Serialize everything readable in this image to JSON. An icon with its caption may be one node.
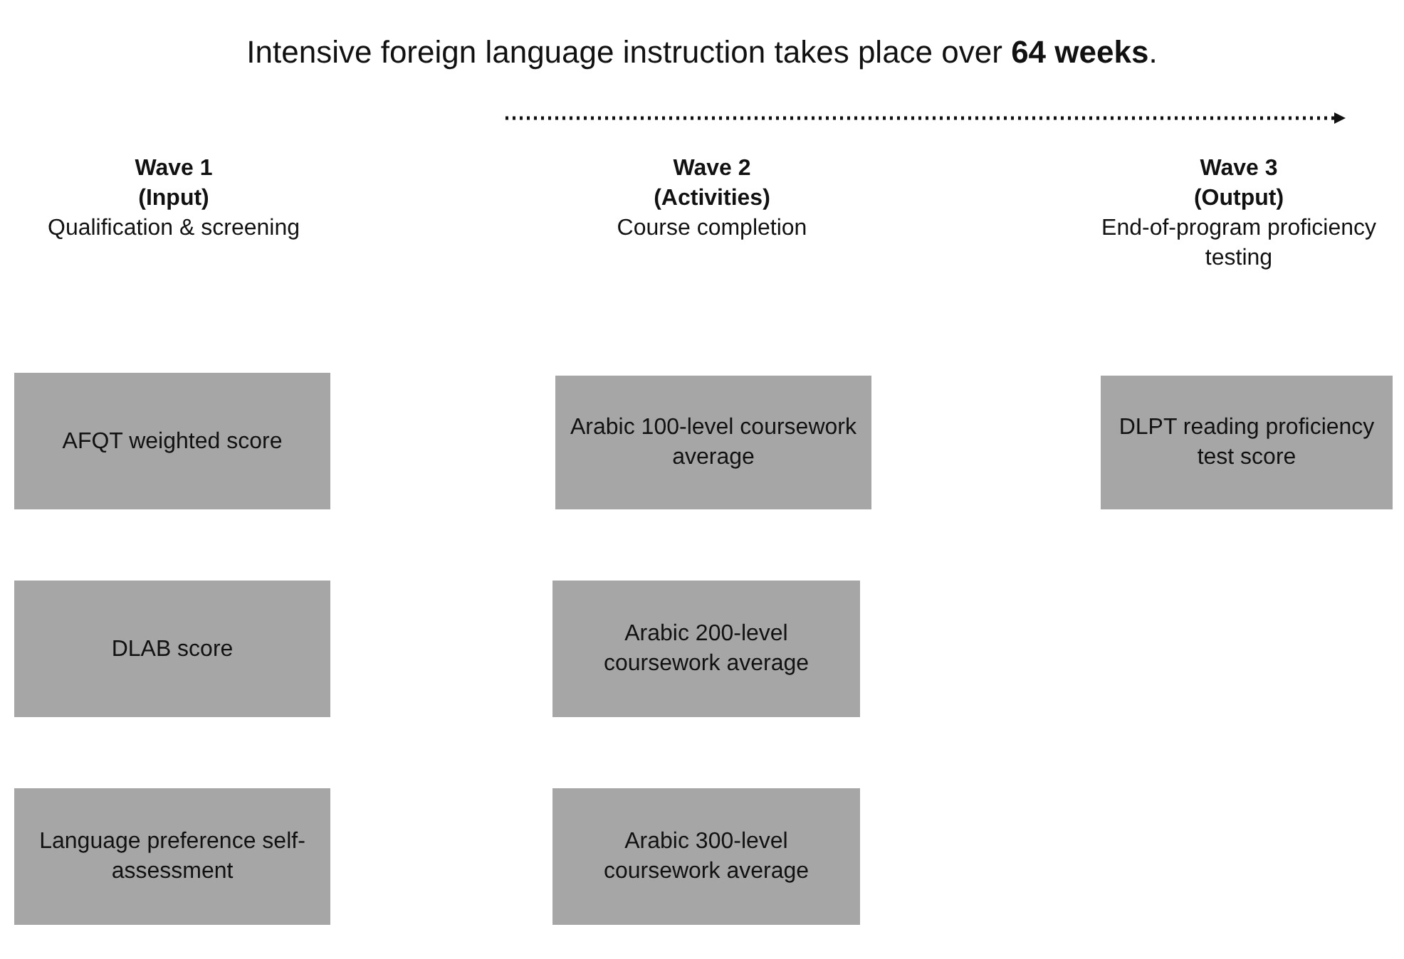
{
  "diagram": {
    "title": "Intensive foreign language instruction takes place over **64 weeks**.",
    "nodes": [
      {
        "text": [
          "AFQT weighted score"
        ]
      },
      {
        "text": [
          "DLAB score"
        ]
      },
      {
        "text": [
          "Language preference self-assessment"
        ]
      },
      {
        "text": [
          "Arabic 100-level coursework average"
        ]
      },
      {
        "text": [
          "Arabic 200-level coursework average"
        ]
      },
      {
        "text": [
          "Arabic 300-level coursework average"
        ]
      },
      {
        "text": [
          "DLPT reading proficiency test score"
        ]
      }
    ],
    "edges": [],
    "labels": [
      "Wave 1 (Input)",
      "Qualification & screening",
      "Wave 2 (Activities)",
      "Course completion",
      "Wave 3 (Output)",
      "End-of-program proficiency testing"
    ]
  }
}
